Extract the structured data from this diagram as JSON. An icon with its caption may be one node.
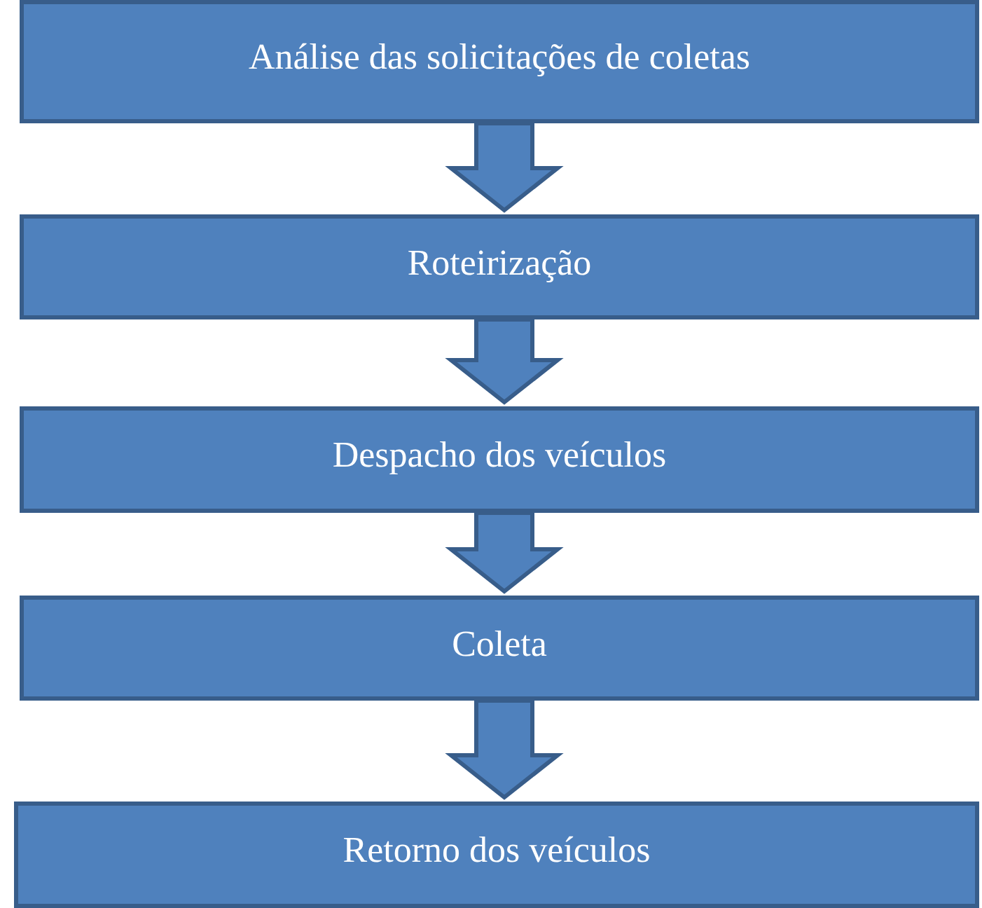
{
  "diagram": {
    "nodes": [
      {
        "text": [
          "Análise das solicitações de coletas"
        ]
      },
      {
        "text": [
          "Roteirização"
        ]
      },
      {
        "text": [
          "Despacho dos veículos"
        ]
      },
      {
        "text": [
          "Coleta"
        ]
      },
      {
        "text": [
          "Retorno dos veículos"
        ]
      }
    ],
    "edges": [
      {
        "from": 0,
        "to": 1,
        "arrow": "to"
      },
      {
        "from": 1,
        "to": 2,
        "arrow": "to"
      },
      {
        "from": 2,
        "to": 3,
        "arrow": "to"
      },
      {
        "from": 3,
        "to": 4,
        "arrow": "to"
      }
    ]
  }
}
